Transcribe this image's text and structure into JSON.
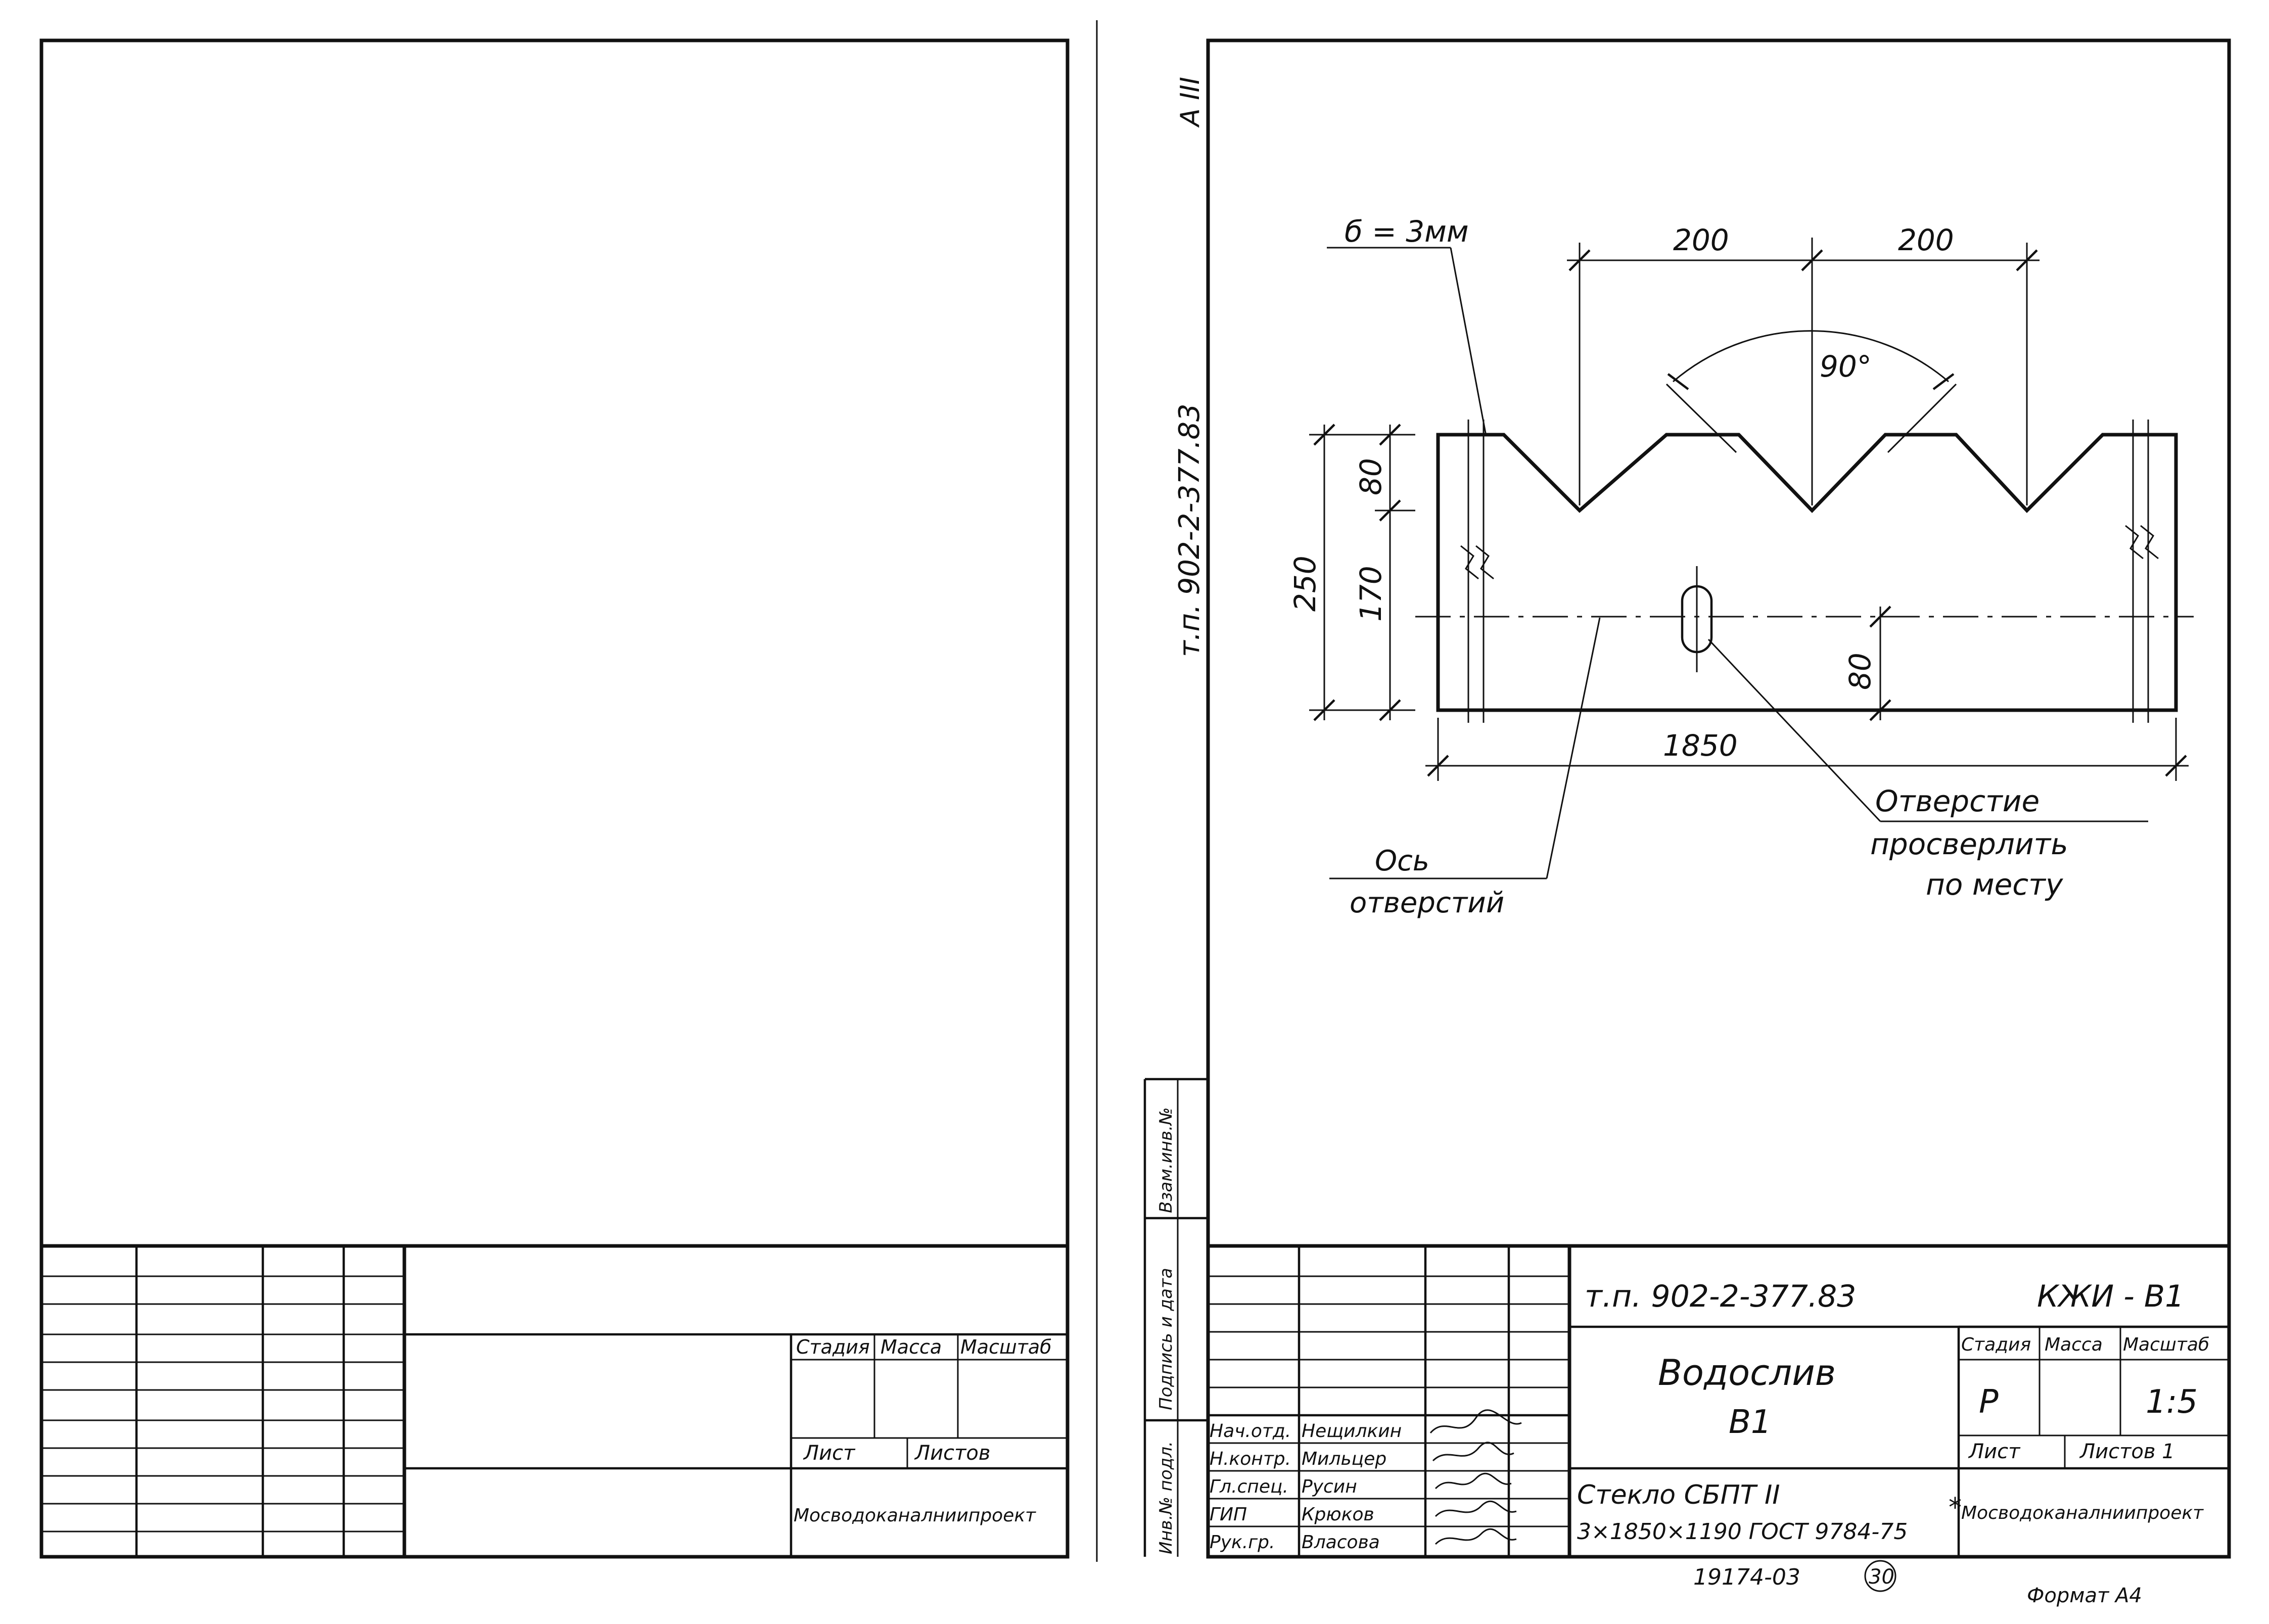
{
  "sheet": {
    "side_label_top": "A III",
    "side_label_code": "т.п. 902-2-377.83",
    "side_stamp_cells": [
      "Взам.инв.№",
      "Подпись и дата",
      "Инв.№ подл."
    ]
  },
  "drawing": {
    "thickness_label": "б = 3мм",
    "dim_left_200": "200",
    "dim_right_200": "200",
    "angle_label": "90°",
    "dim_total_height": "250",
    "dim_notch_depth": "80",
    "dim_lower": "170",
    "dim_hole_axis": "80",
    "dim_length": "1850",
    "note_axis_line1": "Ось",
    "note_axis_line2": "отверстий",
    "note_hole_line1": "Отверстие",
    "note_hole_line2": "просверлить",
    "note_hole_line3": "по месту"
  },
  "left_title_block": {
    "col_stage": "Стадия",
    "col_mass": "Масса",
    "col_scale": "Масштаб",
    "sheet_label": "Лист",
    "sheets_label": "Листов",
    "org": "Мосводоканалниипроект"
  },
  "right_title_block": {
    "doc_code": "т.п. 902-2-377.83",
    "sheet_code": "КЖИ - В1",
    "title_line1": "Водослив",
    "title_line2": "В1",
    "col_stage": "Стадия",
    "col_mass": "Масса",
    "col_scale": "Масштаб",
    "stage_value": "Р",
    "scale_value": "1:5",
    "sheet_label": "Лист",
    "sheets_label": "Листов 1",
    "material_line1": "Стекло СБПТ  II",
    "material_line2": "3×1850×1190 ГОСТ 9784-75",
    "material_star": "*",
    "org": "Мосводоканалниипроект",
    "roles": [
      {
        "role": "Нач.отд.",
        "name": "Нещилкин"
      },
      {
        "role": "Н.контр.",
        "name": "Мильцер"
      },
      {
        "role": "Гл.спец.",
        "name": "Русин"
      },
      {
        "role": "ГИП",
        "name": "Крюков"
      },
      {
        "role": "Рук.гр.",
        "name": "Власова"
      }
    ]
  },
  "footer": {
    "archive_no": "19174-03",
    "page_no": "30",
    "format": "Формат А4"
  }
}
